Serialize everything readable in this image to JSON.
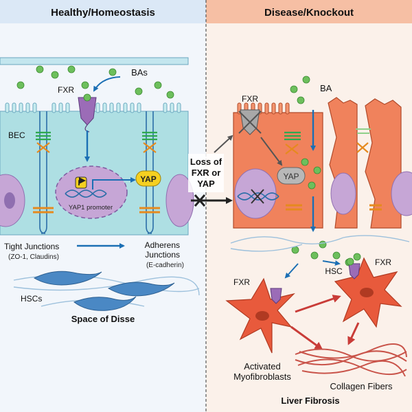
{
  "left_panel": {
    "title": "Healthy/Homeostasis",
    "bas_label": "BAs",
    "fxr_label": "FXR",
    "bec_label": "BEC",
    "yap_label": "YAP",
    "promoter_label": "YAP1 promoter",
    "tight_junctions": "Tight Junctions",
    "tight_junctions_detail": "(ZO-1, Claudins)",
    "adherens_line1": "Adherens",
    "adherens_line2": "Junctions",
    "adherens_detail": "(E-cadherin)",
    "hscs_label": "HSCs",
    "space_label": "Space of Disse"
  },
  "center": {
    "line1": "Loss of",
    "line2": "FXR or",
    "line3": "YAP"
  },
  "right_panel": {
    "title": "Disease/Knockout",
    "fxr_label": "FXR",
    "ba_label": "BA",
    "yap_label": "YAP",
    "hsc_label": "HSC",
    "fxr_right_label": "FXR",
    "fxr_left_label": "FXR",
    "activated_line1": "Activated",
    "activated_line2": "Myofibroblasts",
    "collagen_label": "Collagen Fibers",
    "fibrosis_label": "Liver Fibrosis"
  },
  "colors": {
    "healthy_header": "#dbe8f6",
    "disease_header": "#f6bfa4",
    "epithelium": "#aedfe3",
    "disease_cell": "#f0825c",
    "bile_acid": "#6dbf5c",
    "nucleus": "#c6a6d6",
    "yap": "#f6d020",
    "arrow_blue": "#1b6fb4",
    "arrow_red": "#c93c38",
    "hsc_blue": "#4a88c4",
    "myofibroblast": "#e85a3c"
  }
}
